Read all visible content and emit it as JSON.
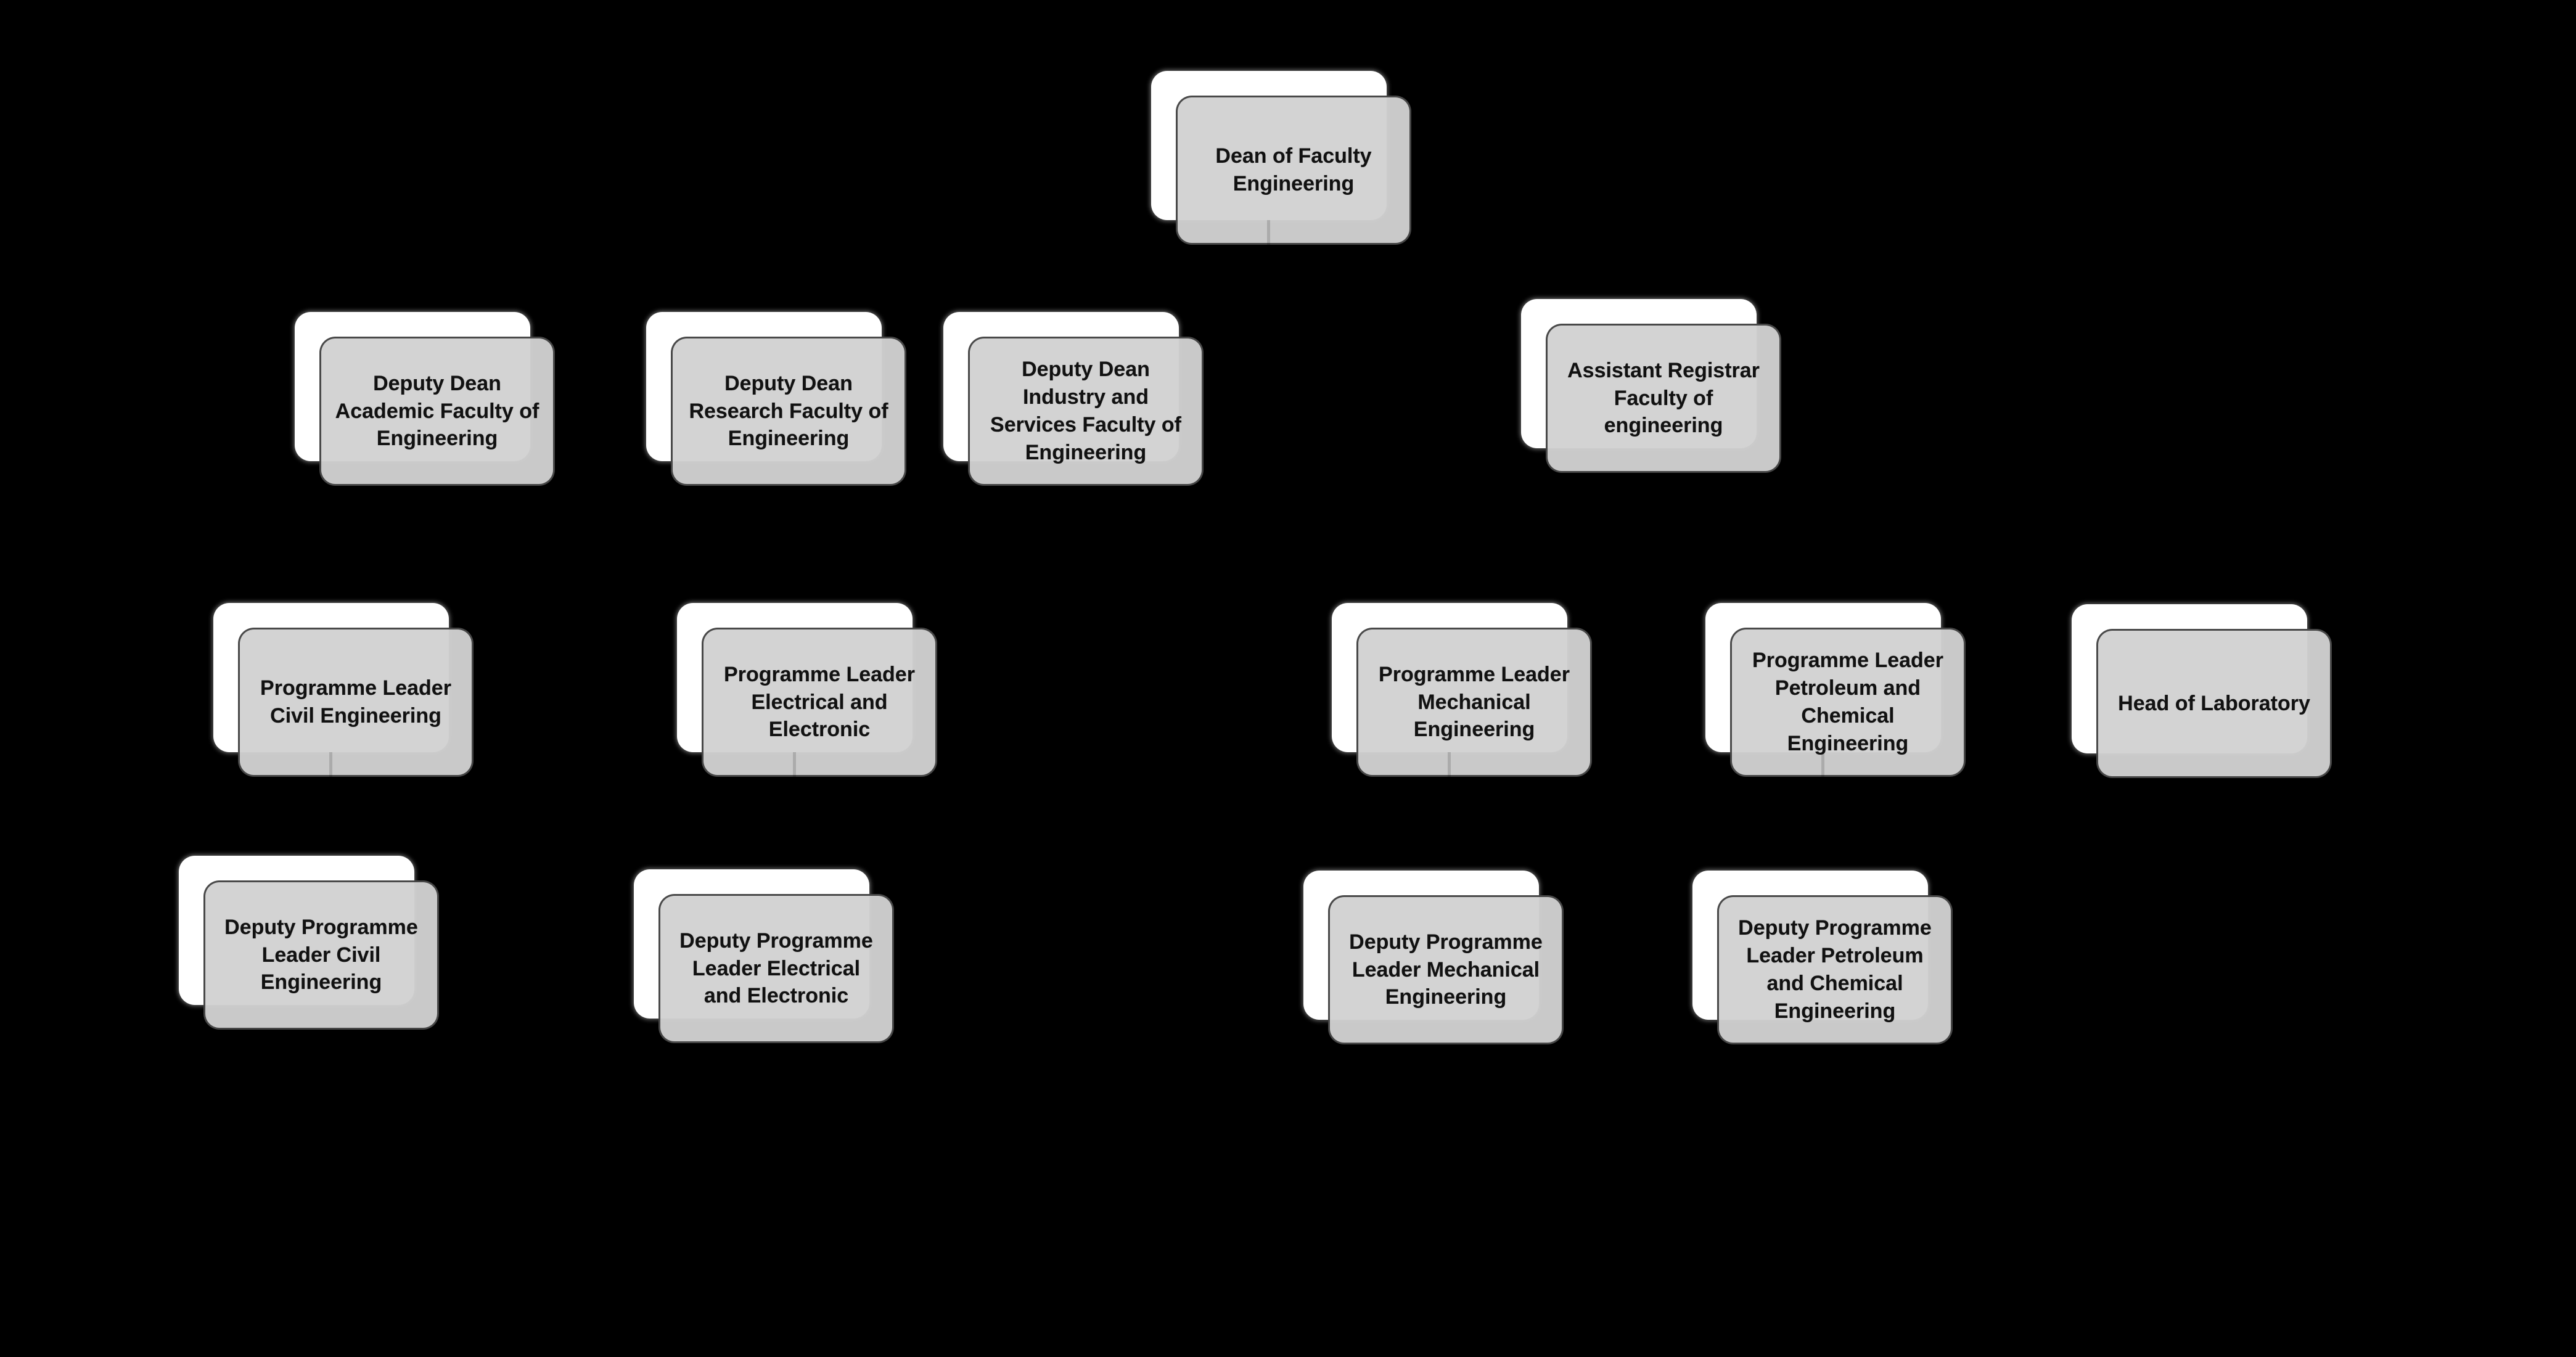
{
  "colors": {
    "background": "#000000",
    "card_back": "#FFFFFF",
    "card_front_over_black": "#C9C9C9",
    "card_front_over_white": "#D0D0D0",
    "card_border": "rgba(0,0,0,0.65)",
    "connector": "rgba(0,0,0,0.15)",
    "text": "#111111"
  },
  "org_chart": {
    "nodes": [
      {
        "id": "dean",
        "label": "Dean of Faculty\nEngineering"
      },
      {
        "id": "deputy-dean-academic",
        "label": "Deputy Dean\nAcademic Faculty of\nEngineering"
      },
      {
        "id": "deputy-dean-research",
        "label": "Deputy Dean\nResearch Faculty of\nEngineering"
      },
      {
        "id": "deputy-dean-industry",
        "label": "Deputy Dean\nIndustry and\nServices Faculty of\nEngineering"
      },
      {
        "id": "assistant-registrar",
        "label": "Assistant Registrar\nFaculty of\nengineering"
      },
      {
        "id": "pl-civil",
        "label": "Programme Leader\nCivil Engineering"
      },
      {
        "id": "pl-electrical",
        "label": "Programme Leader\nElectrical and\nElectronic"
      },
      {
        "id": "pl-mechanical",
        "label": "Programme Leader\nMechanical\nEngineering"
      },
      {
        "id": "pl-petroleum",
        "label": "Programme Leader\nPetroleum and\nChemical\nEngineering"
      },
      {
        "id": "head-laboratory",
        "label": "Head of Laboratory"
      },
      {
        "id": "dpl-civil",
        "label": "Deputy Programme\nLeader Civil\nEngineering"
      },
      {
        "id": "dpl-electrical",
        "label": "Deputy Programme\nLeader Electrical\nand Electronic"
      },
      {
        "id": "dpl-mechanical",
        "label": "Deputy Programme\nLeader Mechanical\nEngineering"
      },
      {
        "id": "dpl-petroleum",
        "label": "Deputy Programme\nLeader Petroleum\nand Chemical\nEngineering"
      }
    ]
  }
}
